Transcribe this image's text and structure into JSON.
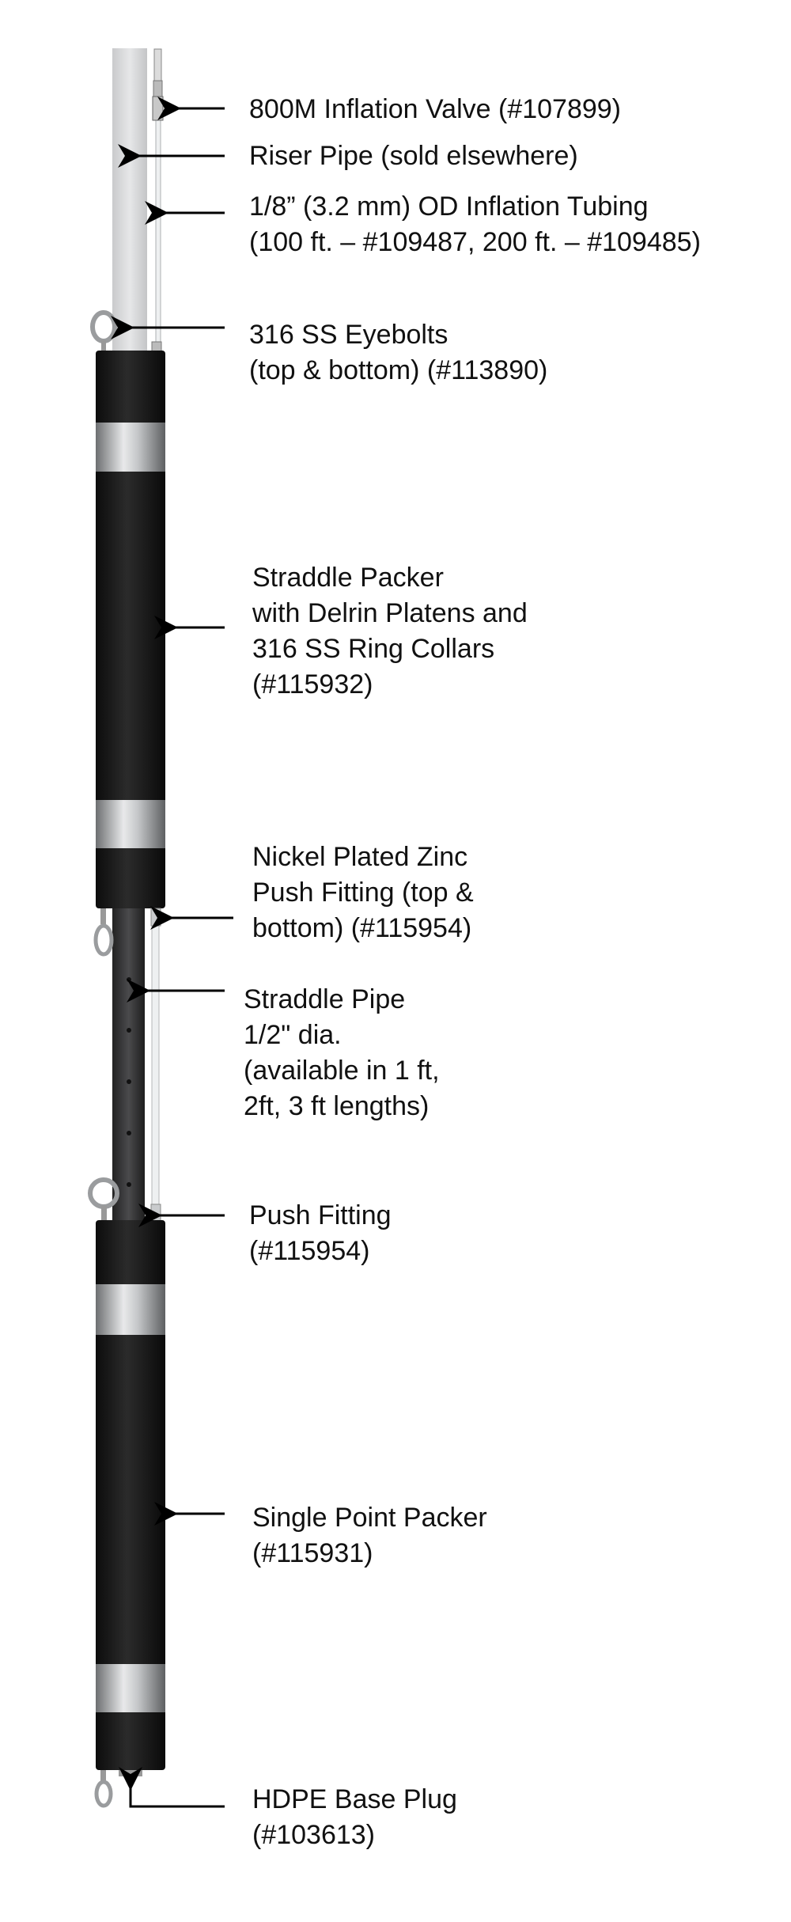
{
  "labels": {
    "inflation_valve": [
      "800M Inflation Valve (#107899)"
    ],
    "riser_pipe": [
      "Riser Pipe (sold elsewhere)"
    ],
    "inflation_tubing": [
      "1/8” (3.2 mm) OD Inflation Tubing",
      "(100 ft. – #109487, 200 ft. – #109485)"
    ],
    "eyebolts": [
      "316 SS Eyebolts",
      "(top & bottom) (#113890)"
    ],
    "straddle_packer": [
      "Straddle Packer",
      "with Delrin Platens and",
      "316 SS Ring Collars",
      "(#115932)"
    ],
    "nickel_fitting": [
      "Nickel Plated Zinc",
      "Push Fitting (top &",
      "bottom) (#115954)"
    ],
    "straddle_pipe": [
      "Straddle Pipe",
      "1/2\" dia.",
      "(available in 1 ft,",
      "2ft, 3 ft lengths)"
    ],
    "push_fitting": [
      "Push Fitting",
      "(#115954)"
    ],
    "single_point_packer": [
      "Single Point Packer",
      "(#115931)"
    ],
    "base_plug": [
      "HDPE Base Plug",
      "(#103613)"
    ]
  },
  "colors": {
    "packer": "#1a1a1a",
    "riser": "#d9dadb",
    "collar": "#b5b7b9",
    "straddle_pipe": "#3a3a3c",
    "arrow": "#000000"
  }
}
